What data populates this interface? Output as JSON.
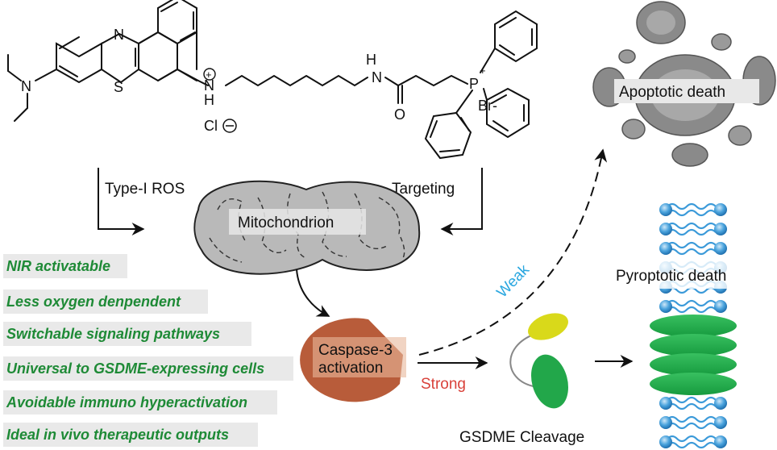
{
  "molecule": {
    "atom_N_ring": "N",
    "atom_S": "S",
    "atom_N_amine": "N",
    "atom_NH_plus": "N",
    "atom_H_plus": "H",
    "plus": "+",
    "atom_NH_amide": "N",
    "atom_H_amide": "H",
    "atom_O": "O",
    "atom_P": "P",
    "chloride": "Cl",
    "bromide": "Br-"
  },
  "labels": {
    "type1_ros": "Type-I ROS",
    "targeting": "Targeting",
    "mitochondrion": "Mitochondrion",
    "caspase_line1": "Caspase-3",
    "caspase_line2": "activation",
    "weak": "Weak",
    "strong": "Strong",
    "apoptotic": "Apoptotic death",
    "pyroptotic": "Pyroptotic death",
    "gsdme": "GSDME Cleavage"
  },
  "features": [
    "NIR activatable",
    "Less oxygen denpendent",
    "Switchable signaling pathways",
    "Universal to GSDME-expressing cells",
    "Avoidable immuno hyperactivation",
    "Ideal in vivo therapeutic outputs"
  ],
  "colors": {
    "feature_text": "#1e8a36",
    "weak": "#2aa7e0",
    "strong": "#d9413a",
    "caspase": "#b85c3a",
    "pore_green": "#22a74a",
    "membrane_blue": "#3b9ad9",
    "cleaved_yellow": "#d9d91a"
  }
}
